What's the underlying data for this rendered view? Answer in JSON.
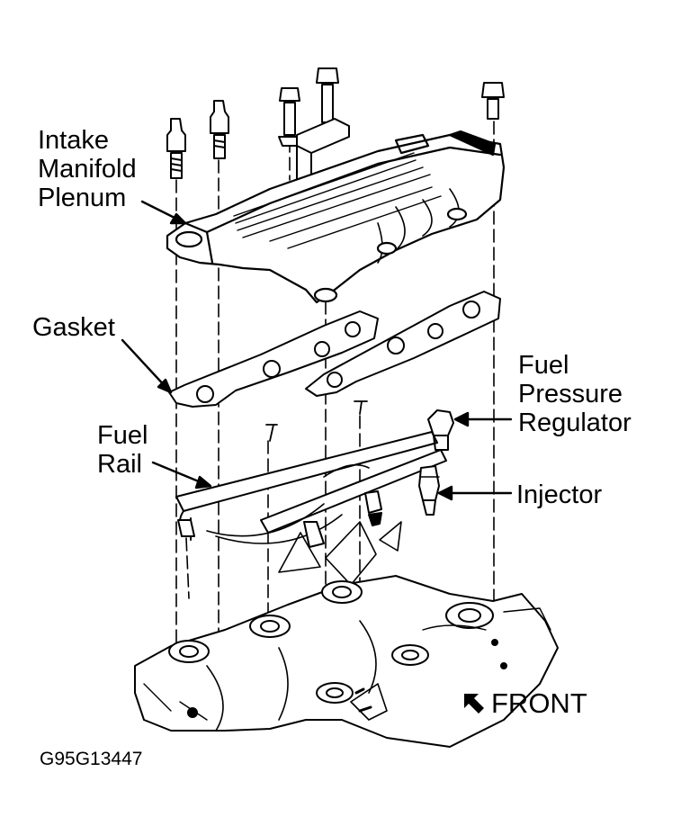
{
  "labels": {
    "intake_line1": "Intake",
    "intake_line2": "Manifold",
    "intake_line3": "Plenum",
    "gasket": "Gasket",
    "fuel_rail_line1": "Fuel",
    "fuel_rail_line2": "Rail",
    "regulator_line1": "Fuel",
    "regulator_line2": "Pressure",
    "regulator_line3": "Regulator",
    "injector": "Injector",
    "front": "FRONT"
  },
  "figure_code": "G95G13447",
  "icons": {
    "front_arrow": "arrow-up-left-icon"
  },
  "colors": {
    "ink": "#000000",
    "paper": "#ffffff"
  }
}
